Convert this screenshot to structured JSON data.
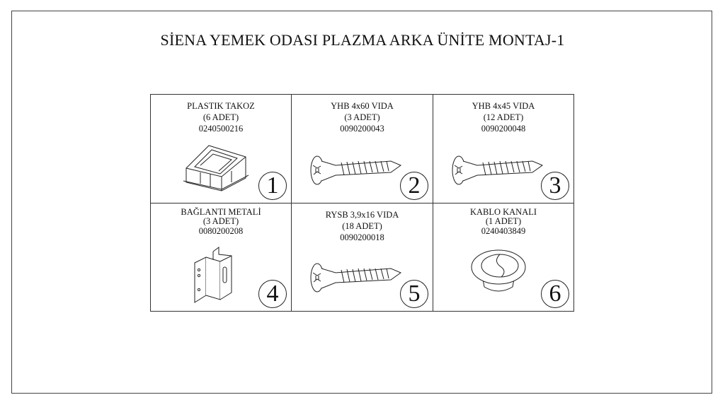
{
  "title": "SİENA YEMEK ODASI PLAZMA ARKA ÜNİTE MONTAJ-1",
  "parts": [
    {
      "name": "PLASTIK TAKOZ",
      "qty": "(6 ADET)",
      "code": "0240500216",
      "number": "1",
      "icon": "plastic-block-icon"
    },
    {
      "name": "YHB 4x60 VIDA",
      "qty": "(3 ADET)",
      "code": "0090200043",
      "number": "2",
      "icon": "screw-icon"
    },
    {
      "name": "YHB 4x45 VIDA",
      "qty": "(12 ADET)",
      "code": "0090200048",
      "number": "3",
      "icon": "screw-icon"
    },
    {
      "name": "BAĞLANTI METALİ",
      "qty": "(3 ADET)",
      "code": "0080200208",
      "number": "4",
      "icon": "metal-bracket-icon"
    },
    {
      "name": "RYSB 3,9x16 VIDA",
      "qty": "(18 ADET)",
      "code": "0090200018",
      "number": "5",
      "icon": "screw-icon"
    },
    {
      "name": "KABLO KANALI",
      "qty": "(1 ADET)",
      "code": "0240403849",
      "number": "6",
      "icon": "cable-grommet-icon"
    }
  ]
}
